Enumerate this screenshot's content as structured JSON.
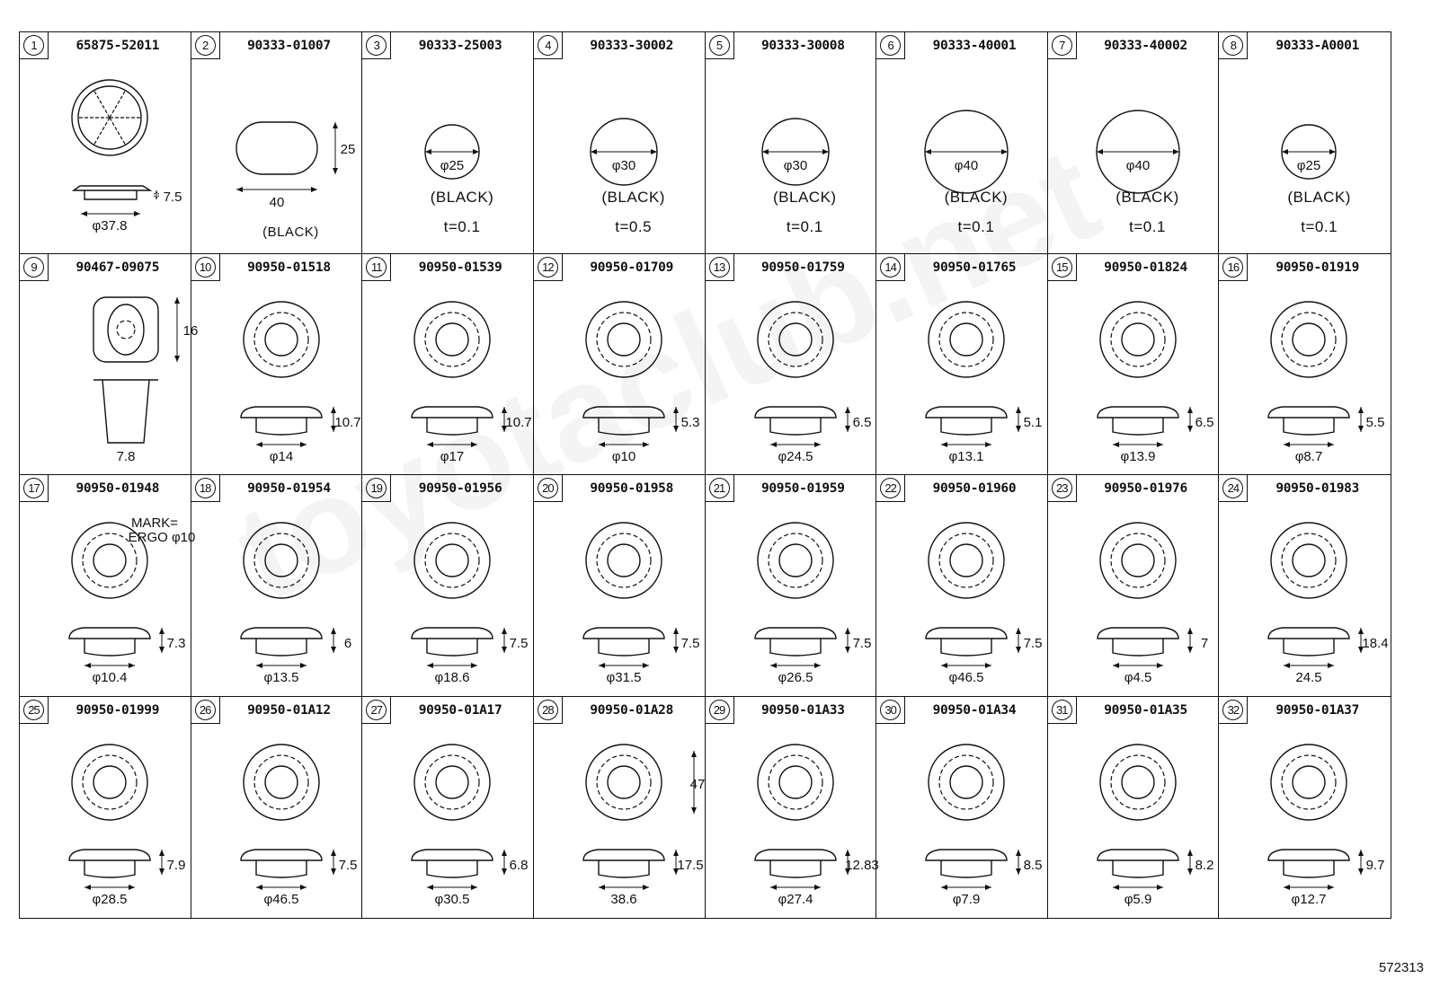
{
  "parts": [
    {
      "n": "1",
      "pn": "65875-52011",
      "type": "spoke",
      "dims": [
        "7.5",
        "φ37.8"
      ]
    },
    {
      "n": "2",
      "pn": "90333-01007",
      "type": "oval",
      "dims": [
        "25",
        "40"
      ],
      "note": "(BLACK)"
    },
    {
      "n": "3",
      "pn": "90333-25003",
      "type": "disc",
      "r": 30,
      "dims": [
        "φ25"
      ],
      "color": "(BLACK)",
      "t": "t=0.1"
    },
    {
      "n": "4",
      "pn": "90333-30002",
      "type": "disc",
      "r": 37,
      "dims": [
        "φ30"
      ],
      "color": "(BLACK)",
      "t": "t=0.5"
    },
    {
      "n": "5",
      "pn": "90333-30008",
      "type": "disc",
      "r": 37,
      "dims": [
        "φ30"
      ],
      "color": "(BLACK)",
      "t": "t=0.1"
    },
    {
      "n": "6",
      "pn": "90333-40001",
      "type": "disc",
      "r": 46,
      "dims": [
        "φ40"
      ],
      "color": "(BLACK)",
      "t": "t=0.1"
    },
    {
      "n": "7",
      "pn": "90333-40002",
      "type": "disc",
      "r": 46,
      "dims": [
        "φ40"
      ],
      "color": "(BLACK)",
      "t": "t=0.1"
    },
    {
      "n": "8",
      "pn": "90333-A0001",
      "type": "disc",
      "r": 30,
      "dims": [
        "φ25"
      ],
      "color": "(BLACK)",
      "t": "t=0.1"
    },
    {
      "n": "9",
      "pn": "90467-09075",
      "type": "square",
      "dims": [
        "16",
        "7.8"
      ]
    },
    {
      "n": "10",
      "pn": "90950-01518",
      "type": "plug",
      "dims": [
        "10.7",
        "φ14"
      ]
    },
    {
      "n": "11",
      "pn": "90950-01539",
      "type": "plug",
      "dims": [
        "10.7",
        "φ17"
      ]
    },
    {
      "n": "12",
      "pn": "90950-01709",
      "type": "plug",
      "dims": [
        "5.3",
        "φ10"
      ]
    },
    {
      "n": "13",
      "pn": "90950-01759",
      "type": "plug",
      "dims": [
        "6.5",
        "φ24.5"
      ]
    },
    {
      "n": "14",
      "pn": "90950-01765",
      "type": "plug",
      "dims": [
        "5.1",
        "φ13.1"
      ]
    },
    {
      "n": "15",
      "pn": "90950-01824",
      "type": "plug",
      "dims": [
        "6.5",
        "φ13.9"
      ]
    },
    {
      "n": "16",
      "pn": "90950-01919",
      "type": "plug",
      "dims": [
        "5.5",
        "φ8.7"
      ]
    },
    {
      "n": "17",
      "pn": "90950-01948",
      "type": "plug",
      "dims": [
        "7.3",
        "φ10.4"
      ],
      "mark": [
        "MARK=",
        "ERGO φ10"
      ]
    },
    {
      "n": "18",
      "pn": "90950-01954",
      "type": "plug",
      "dims": [
        "6",
        "φ13.5"
      ]
    },
    {
      "n": "19",
      "pn": "90950-01956",
      "type": "plug",
      "dims": [
        "7.5",
        "φ18.6"
      ]
    },
    {
      "n": "20",
      "pn": "90950-01958",
      "type": "plug",
      "dims": [
        "7.5",
        "φ31.5"
      ]
    },
    {
      "n": "21",
      "pn": "90950-01959",
      "type": "plug",
      "dims": [
        "7.5",
        "φ26.5"
      ]
    },
    {
      "n": "22",
      "pn": "90950-01960",
      "type": "plug",
      "dims": [
        "7.5",
        "φ46.5"
      ]
    },
    {
      "n": "23",
      "pn": "90950-01976",
      "type": "plug",
      "dims": [
        "7",
        "φ4.5"
      ]
    },
    {
      "n": "24",
      "pn": "90950-01983",
      "type": "plug",
      "dims": [
        "18.4",
        "24.5"
      ]
    },
    {
      "n": "25",
      "pn": "90950-01999",
      "type": "plug",
      "dims": [
        "7.9",
        "φ28.5"
      ]
    },
    {
      "n": "26",
      "pn": "90950-01A12",
      "type": "plug",
      "dims": [
        "7.5",
        "φ46.5"
      ]
    },
    {
      "n": "27",
      "pn": "90950-01A17",
      "type": "plug",
      "dims": [
        "6.8",
        "φ30.5"
      ]
    },
    {
      "n": "28",
      "pn": "90950-01A28",
      "type": "plug",
      "dims": [
        "17.5",
        "38.6",
        "47"
      ]
    },
    {
      "n": "29",
      "pn": "90950-01A33",
      "type": "plug",
      "dims": [
        "12.83",
        "φ27.4"
      ]
    },
    {
      "n": "30",
      "pn": "90950-01A34",
      "type": "plug",
      "dims": [
        "8.5",
        "φ7.9"
      ]
    },
    {
      "n": "31",
      "pn": "90950-01A35",
      "type": "plug",
      "dims": [
        "8.2",
        "φ5.9"
      ]
    },
    {
      "n": "32",
      "pn": "90950-01A37",
      "type": "plug",
      "dims": [
        "9.7",
        "φ12.7"
      ]
    }
  ],
  "footer": "572313",
  "watermark": "toyotaclub.net"
}
